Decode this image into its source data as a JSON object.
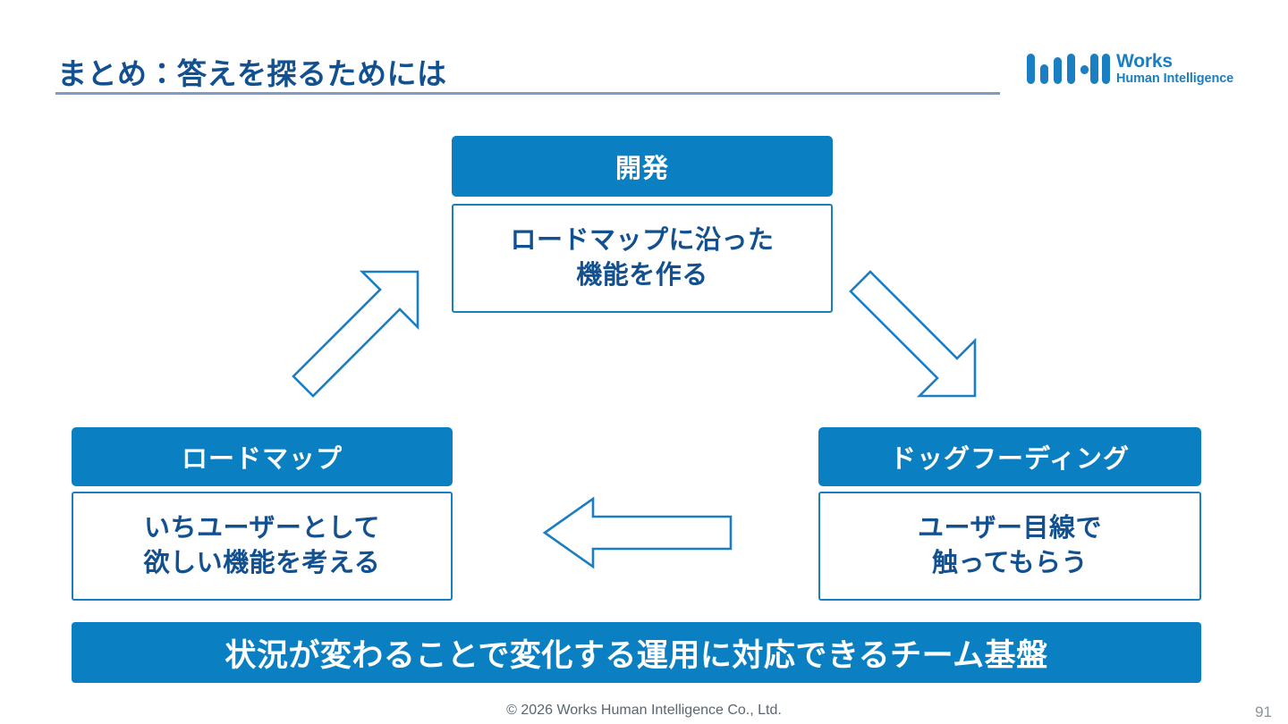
{
  "slide": {
    "title": "まとめ：答えを探るためには",
    "page_number": "91",
    "copyright": "© 2026 Works Human Intelligence Co., Ltd."
  },
  "logo": {
    "line1": "Works",
    "line2": "Human Intelligence",
    "mark_name": "works-logo-bars"
  },
  "colors": {
    "brand_blue": "#0a7fc2",
    "logo_blue": "#1a7ec2",
    "title_navy": "#12508f",
    "rule_gray_blue": "#7d9cc0",
    "footer_gray": "#5a6670"
  },
  "diagram": {
    "type": "cycle",
    "nodes": [
      {
        "id": "dev",
        "header": "開発",
        "body_line1": "ロードマップに沿った",
        "body_line2": "機能を作る"
      },
      {
        "id": "roadmap",
        "header": "ロードマップ",
        "body_line1": "いちユーザーとして",
        "body_line2": "欲しい機能を考える"
      },
      {
        "id": "dogfooding",
        "header": "ドッグフーディング",
        "body_line1": "ユーザー目線で",
        "body_line2": "触ってもらう"
      }
    ],
    "arrows": [
      {
        "id": "roadmap-to-dev",
        "direction": "up-right"
      },
      {
        "id": "dev-to-dogfooding",
        "direction": "down-right"
      },
      {
        "id": "dogfooding-to-roadmap",
        "direction": "left"
      }
    ]
  },
  "banner": {
    "text": "状況が変わることで変化する運用に対応できるチーム基盤"
  }
}
